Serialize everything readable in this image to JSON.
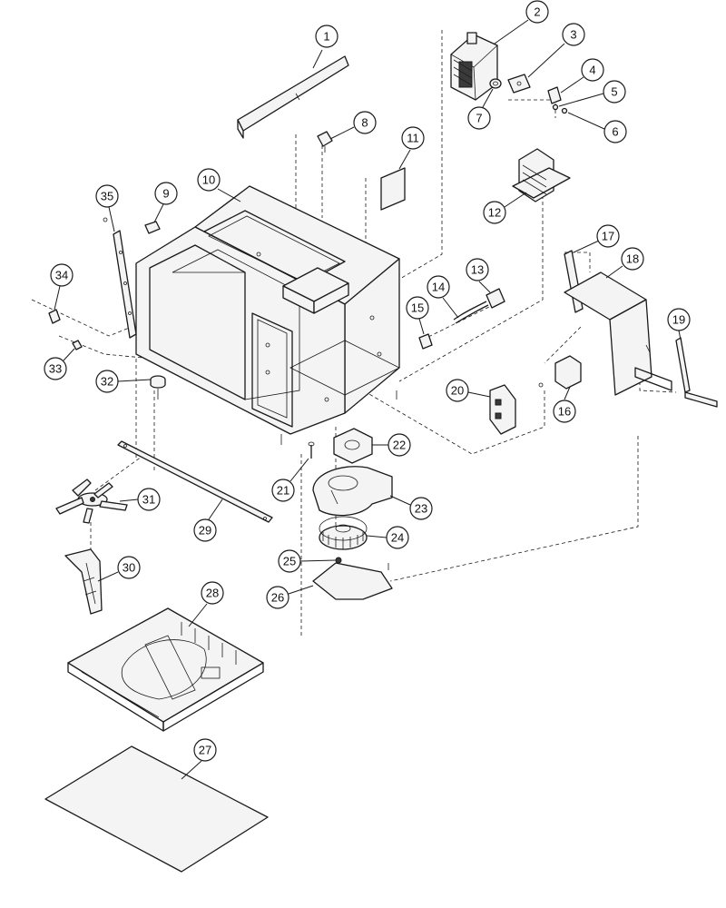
{
  "callouts": [
    {
      "id": "1",
      "label": "1"
    },
    {
      "id": "2",
      "label": "2"
    },
    {
      "id": "3",
      "label": "3"
    },
    {
      "id": "4",
      "label": "4"
    },
    {
      "id": "5",
      "label": "5"
    },
    {
      "id": "6",
      "label": "6"
    },
    {
      "id": "7",
      "label": "7"
    },
    {
      "id": "8",
      "label": "8"
    },
    {
      "id": "9",
      "label": "9"
    },
    {
      "id": "10",
      "label": "10"
    },
    {
      "id": "11",
      "label": "11"
    },
    {
      "id": "12",
      "label": "12"
    },
    {
      "id": "13",
      "label": "13"
    },
    {
      "id": "14",
      "label": "14"
    },
    {
      "id": "15",
      "label": "15"
    },
    {
      "id": "16",
      "label": "16"
    },
    {
      "id": "17",
      "label": "17"
    },
    {
      "id": "18",
      "label": "18"
    },
    {
      "id": "19",
      "label": "19"
    },
    {
      "id": "20",
      "label": "20"
    },
    {
      "id": "21",
      "label": "21"
    },
    {
      "id": "22",
      "label": "22"
    },
    {
      "id": "23",
      "label": "23"
    },
    {
      "id": "24",
      "label": "24"
    },
    {
      "id": "25",
      "label": "25"
    },
    {
      "id": "26",
      "label": "26"
    },
    {
      "id": "27",
      "label": "27"
    },
    {
      "id": "28",
      "label": "28"
    },
    {
      "id": "29",
      "label": "29"
    },
    {
      "id": "30",
      "label": "30"
    },
    {
      "id": "31",
      "label": "31"
    },
    {
      "id": "32",
      "label": "32"
    },
    {
      "id": "33",
      "label": "33"
    },
    {
      "id": "34",
      "label": "34"
    },
    {
      "id": "35",
      "label": "35"
    }
  ],
  "colors": {
    "line": "#1a1a1a",
    "background": "#ffffff"
  }
}
